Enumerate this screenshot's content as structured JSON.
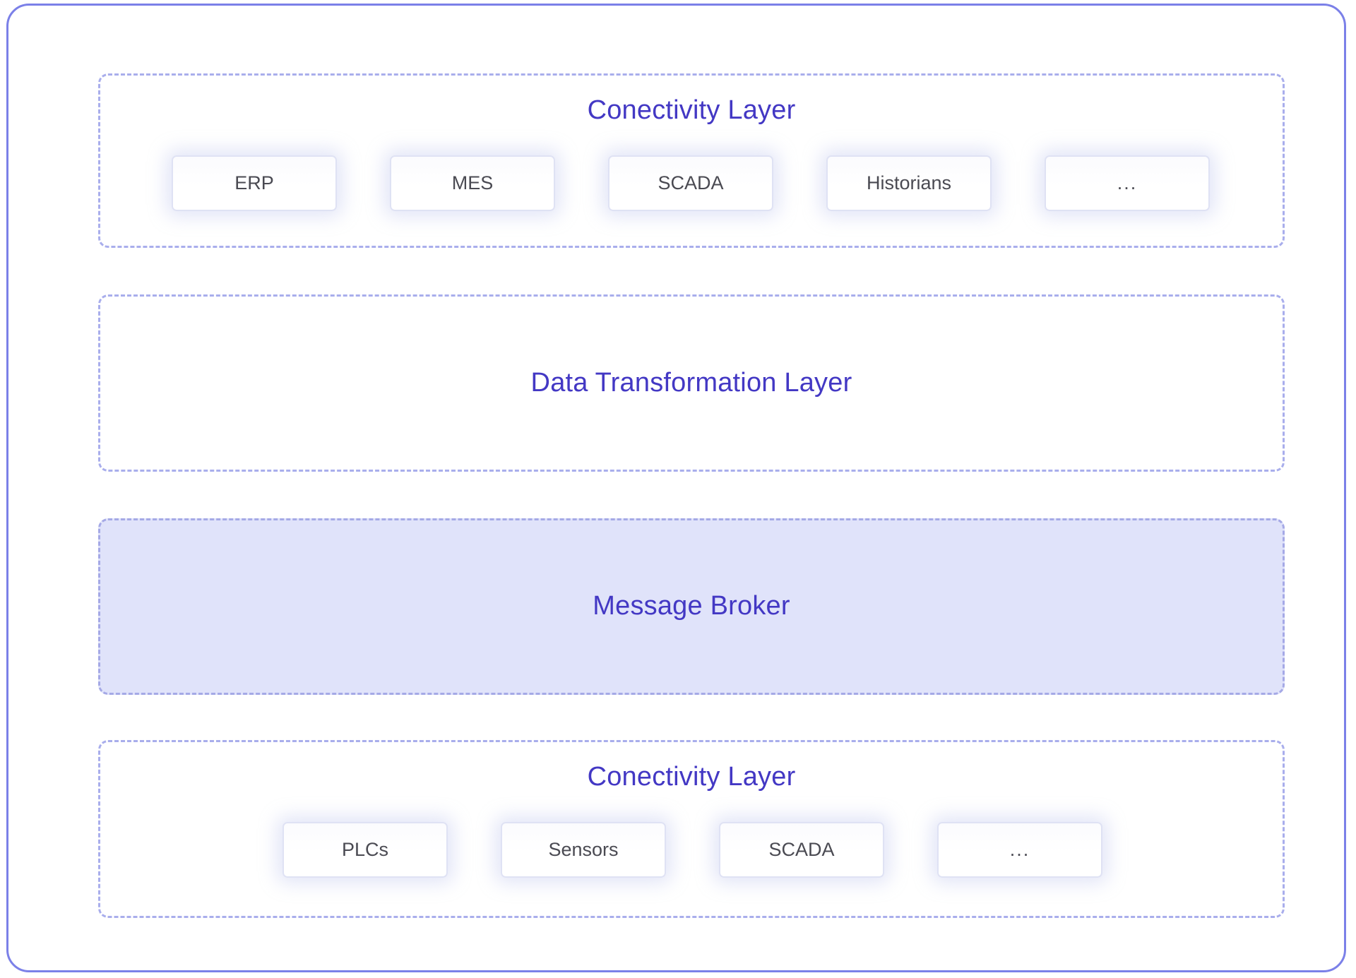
{
  "diagram": {
    "title": "",
    "colors": {
      "outer_border": "#7b80e8",
      "dashed_border": "#a9aeec",
      "layer_title_text": "#4338c4",
      "message_broker_fill": "#e0e3fa",
      "node_text": "#4a4a52",
      "node_border": "#dfe2f4",
      "background": "#ffffff"
    },
    "layers": [
      {
        "id": "connectivity-top",
        "title": "Conectivity Layer",
        "filled": false,
        "nodes": [
          {
            "label": "ERP"
          },
          {
            "label": "MES"
          },
          {
            "label": "SCADA"
          },
          {
            "label": "Historians"
          },
          {
            "label": "..."
          }
        ]
      },
      {
        "id": "data-transformation",
        "title": "Data Transformation Layer",
        "filled": false,
        "nodes": []
      },
      {
        "id": "message-broker",
        "title": "Message Broker",
        "filled": true,
        "nodes": []
      },
      {
        "id": "connectivity-bottom",
        "title": "Conectivity Layer",
        "filled": false,
        "nodes": [
          {
            "label": "PLCs"
          },
          {
            "label": "Sensors"
          },
          {
            "label": "SCADA"
          },
          {
            "label": "..."
          }
        ]
      }
    ]
  }
}
